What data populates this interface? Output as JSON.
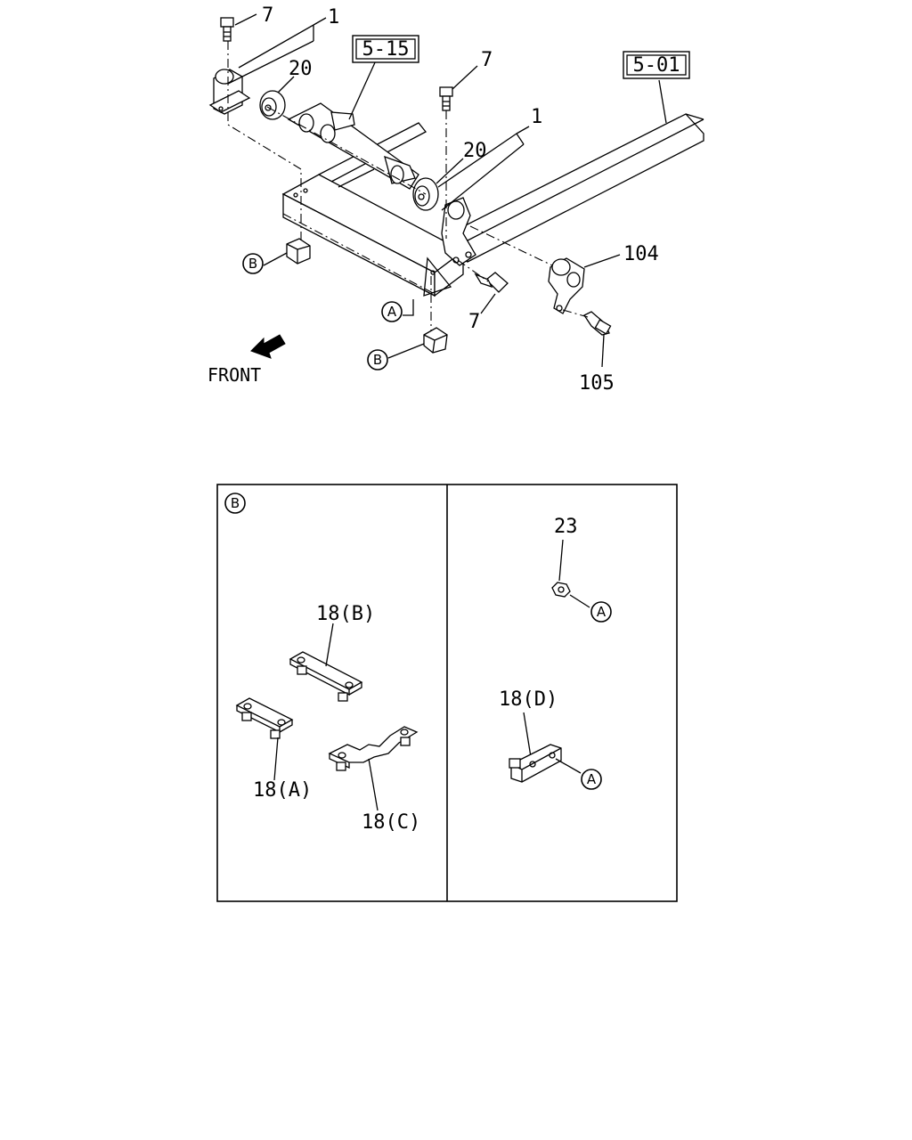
{
  "upper_diagram": {
    "refs": {
      "ref_515": "5-15",
      "ref_501": "5-01"
    },
    "callouts": {
      "bolt_top_left": "7",
      "mount_left": "1",
      "bushing_left": "20",
      "bolt_top_center": "7",
      "mount_right": "1",
      "bushing_right": "20",
      "bracket_right": "104",
      "bolt_bottom": "7",
      "bolt_right": "105"
    },
    "markers": {
      "b_left": "B",
      "b_bottom": "B",
      "a_marker": "A"
    },
    "front_label": "FRONT"
  },
  "detail_panel": {
    "left": {
      "marker": "B",
      "parts": {
        "p18b": "18(B)",
        "p18a": "18(A)",
        "p18c": "18(C)"
      }
    },
    "right": {
      "parts": {
        "p23": "23",
        "p18d": "18(D)"
      },
      "markers": {
        "a_upper": "A",
        "a_lower": "A"
      }
    }
  }
}
